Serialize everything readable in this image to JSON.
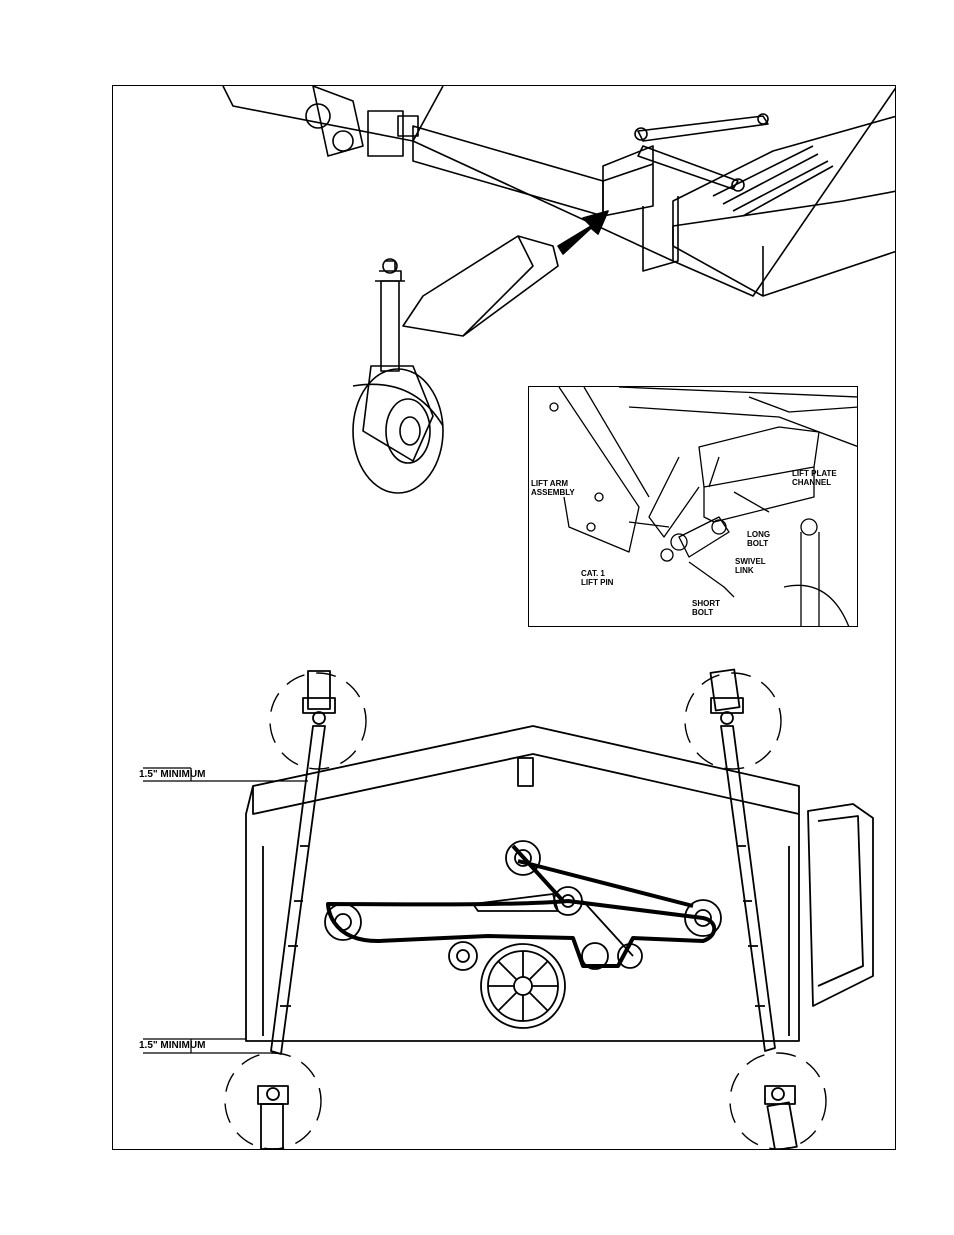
{
  "inset_labels": {
    "lift_arm_assembly": "LIFT ARM\nASSEMBLY",
    "lift_plate_channel": "LIFT PLATE\nCHANNEL",
    "long_bolt": "LONG\nBOLT",
    "swivel_link": "SWIVEL\nLINK",
    "cat1_lift_pin": "CAT. 1\nLIFT PIN",
    "short_bolt": "SHORT\nBOLT"
  },
  "clearance": {
    "top_label": "1.5\" MINIMUM",
    "bottom_label": "1.5\" MINIMUM"
  }
}
